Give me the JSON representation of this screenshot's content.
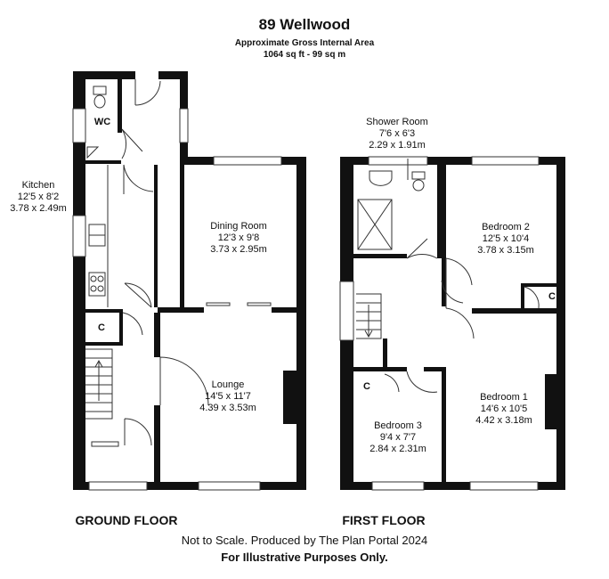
{
  "header": {
    "title": "89 Wellwood",
    "area_label": "Approximate Gross Internal Area",
    "area_value": "1064 sq ft - 99 sq m"
  },
  "ground_floor": {
    "label": "GROUND FLOOR",
    "rooms": [
      {
        "name": "WC"
      },
      {
        "name": "Kitchen",
        "imperial": "12'5 x 8'2",
        "metric": "3.78 x 2.49m"
      },
      {
        "name": "Dining Room",
        "imperial": "12'3 x 9'8",
        "metric": "3.73 x 2.95m"
      },
      {
        "name": "Lounge",
        "imperial": "14'5 x 11'7",
        "metric": "4.39 x 3.53m"
      }
    ],
    "cupboard": "C"
  },
  "first_floor": {
    "label": "FIRST FLOOR",
    "rooms": [
      {
        "name": "Shower Room",
        "imperial": "7'6 x 6'3",
        "metric": "2.29 x 1.91m"
      },
      {
        "name": "Bedroom 2",
        "imperial": "12'5 x 10'4",
        "metric": "3.78 x 3.15m"
      },
      {
        "name": "Bedroom 1",
        "imperial": "14'6 x 10'5",
        "metric": "4.42 x 3.18m"
      },
      {
        "name": "Bedroom 3",
        "imperial": "9'4 x 7'7",
        "metric": "2.84 x 2.31m"
      }
    ],
    "cupboards": [
      "C",
      "C"
    ]
  },
  "footer": {
    "disclaimer": "Not to Scale. Produced by The Plan Portal 2024",
    "notice": "For Illustrative Purposes Only."
  }
}
